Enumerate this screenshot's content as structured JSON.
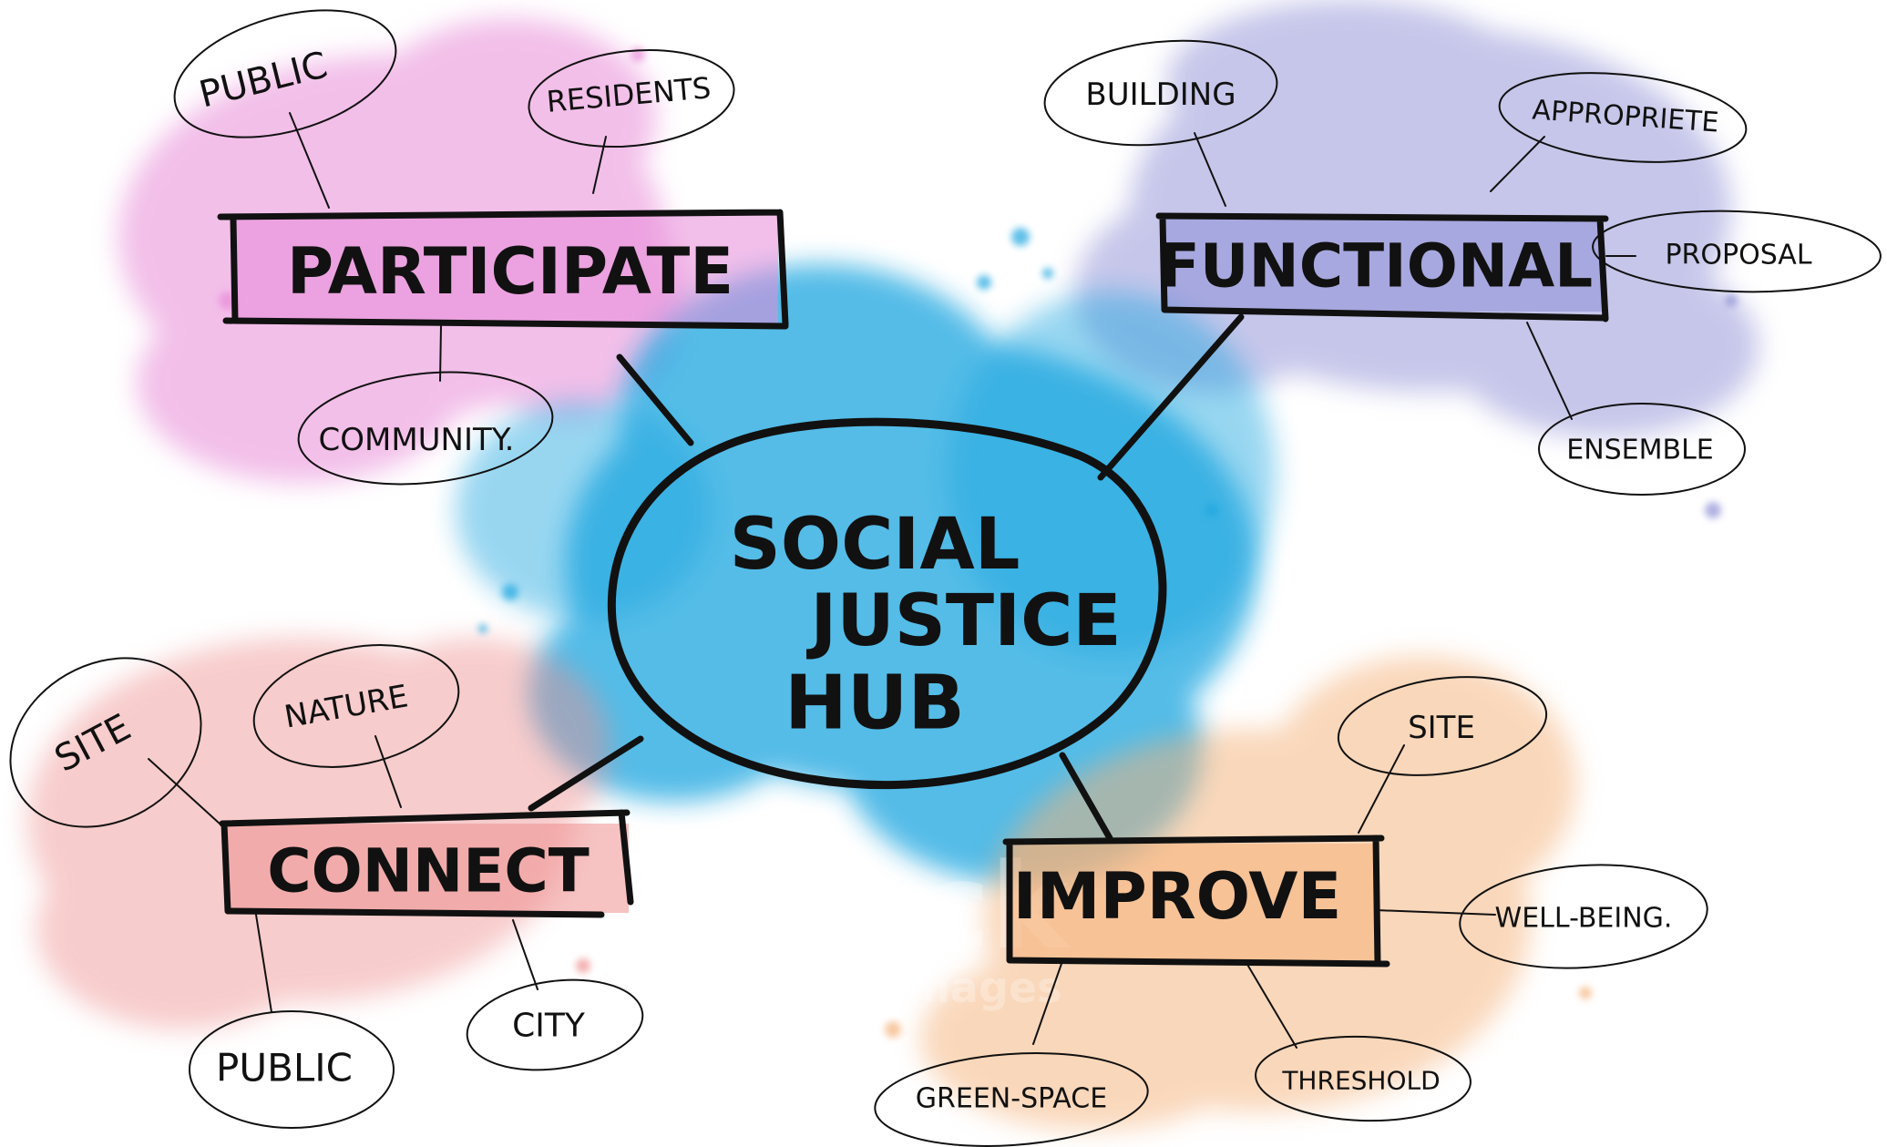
{
  "hub": {
    "lines": [
      "SOCIAL",
      "JUSTICE",
      "HUB"
    ]
  },
  "branches": [
    {
      "label": "PARTICIPATE",
      "leaves": [
        "PUBLIC",
        "RESIDENTS",
        "COMMUNITY."
      ]
    },
    {
      "label": "FUNCTIONAL",
      "leaves": [
        "BUILDING",
        "APPROPRIETE",
        "PROPOSAL",
        "ENSEMBLE"
      ]
    },
    {
      "label": "CONNECT",
      "leaves": [
        "SITE",
        "NATURE",
        "PUBLIC",
        "CITY"
      ]
    },
    {
      "label": "IMPROVE",
      "leaves": [
        "SITE",
        "WELL-BEING.",
        "GREEN-SPACE",
        "THRESHOLD"
      ]
    }
  ],
  "watermark": {
    "brand": "iStock",
    "credit": "by Getty Images"
  },
  "colors": {
    "ink": "#111111",
    "participate_splash": "#e88bd8",
    "functional_splash": "#8e8fd6",
    "connect_splash": "#ef8f8f",
    "improve_splash": "#f5b178",
    "hub_splash": "#1aa6e0"
  }
}
